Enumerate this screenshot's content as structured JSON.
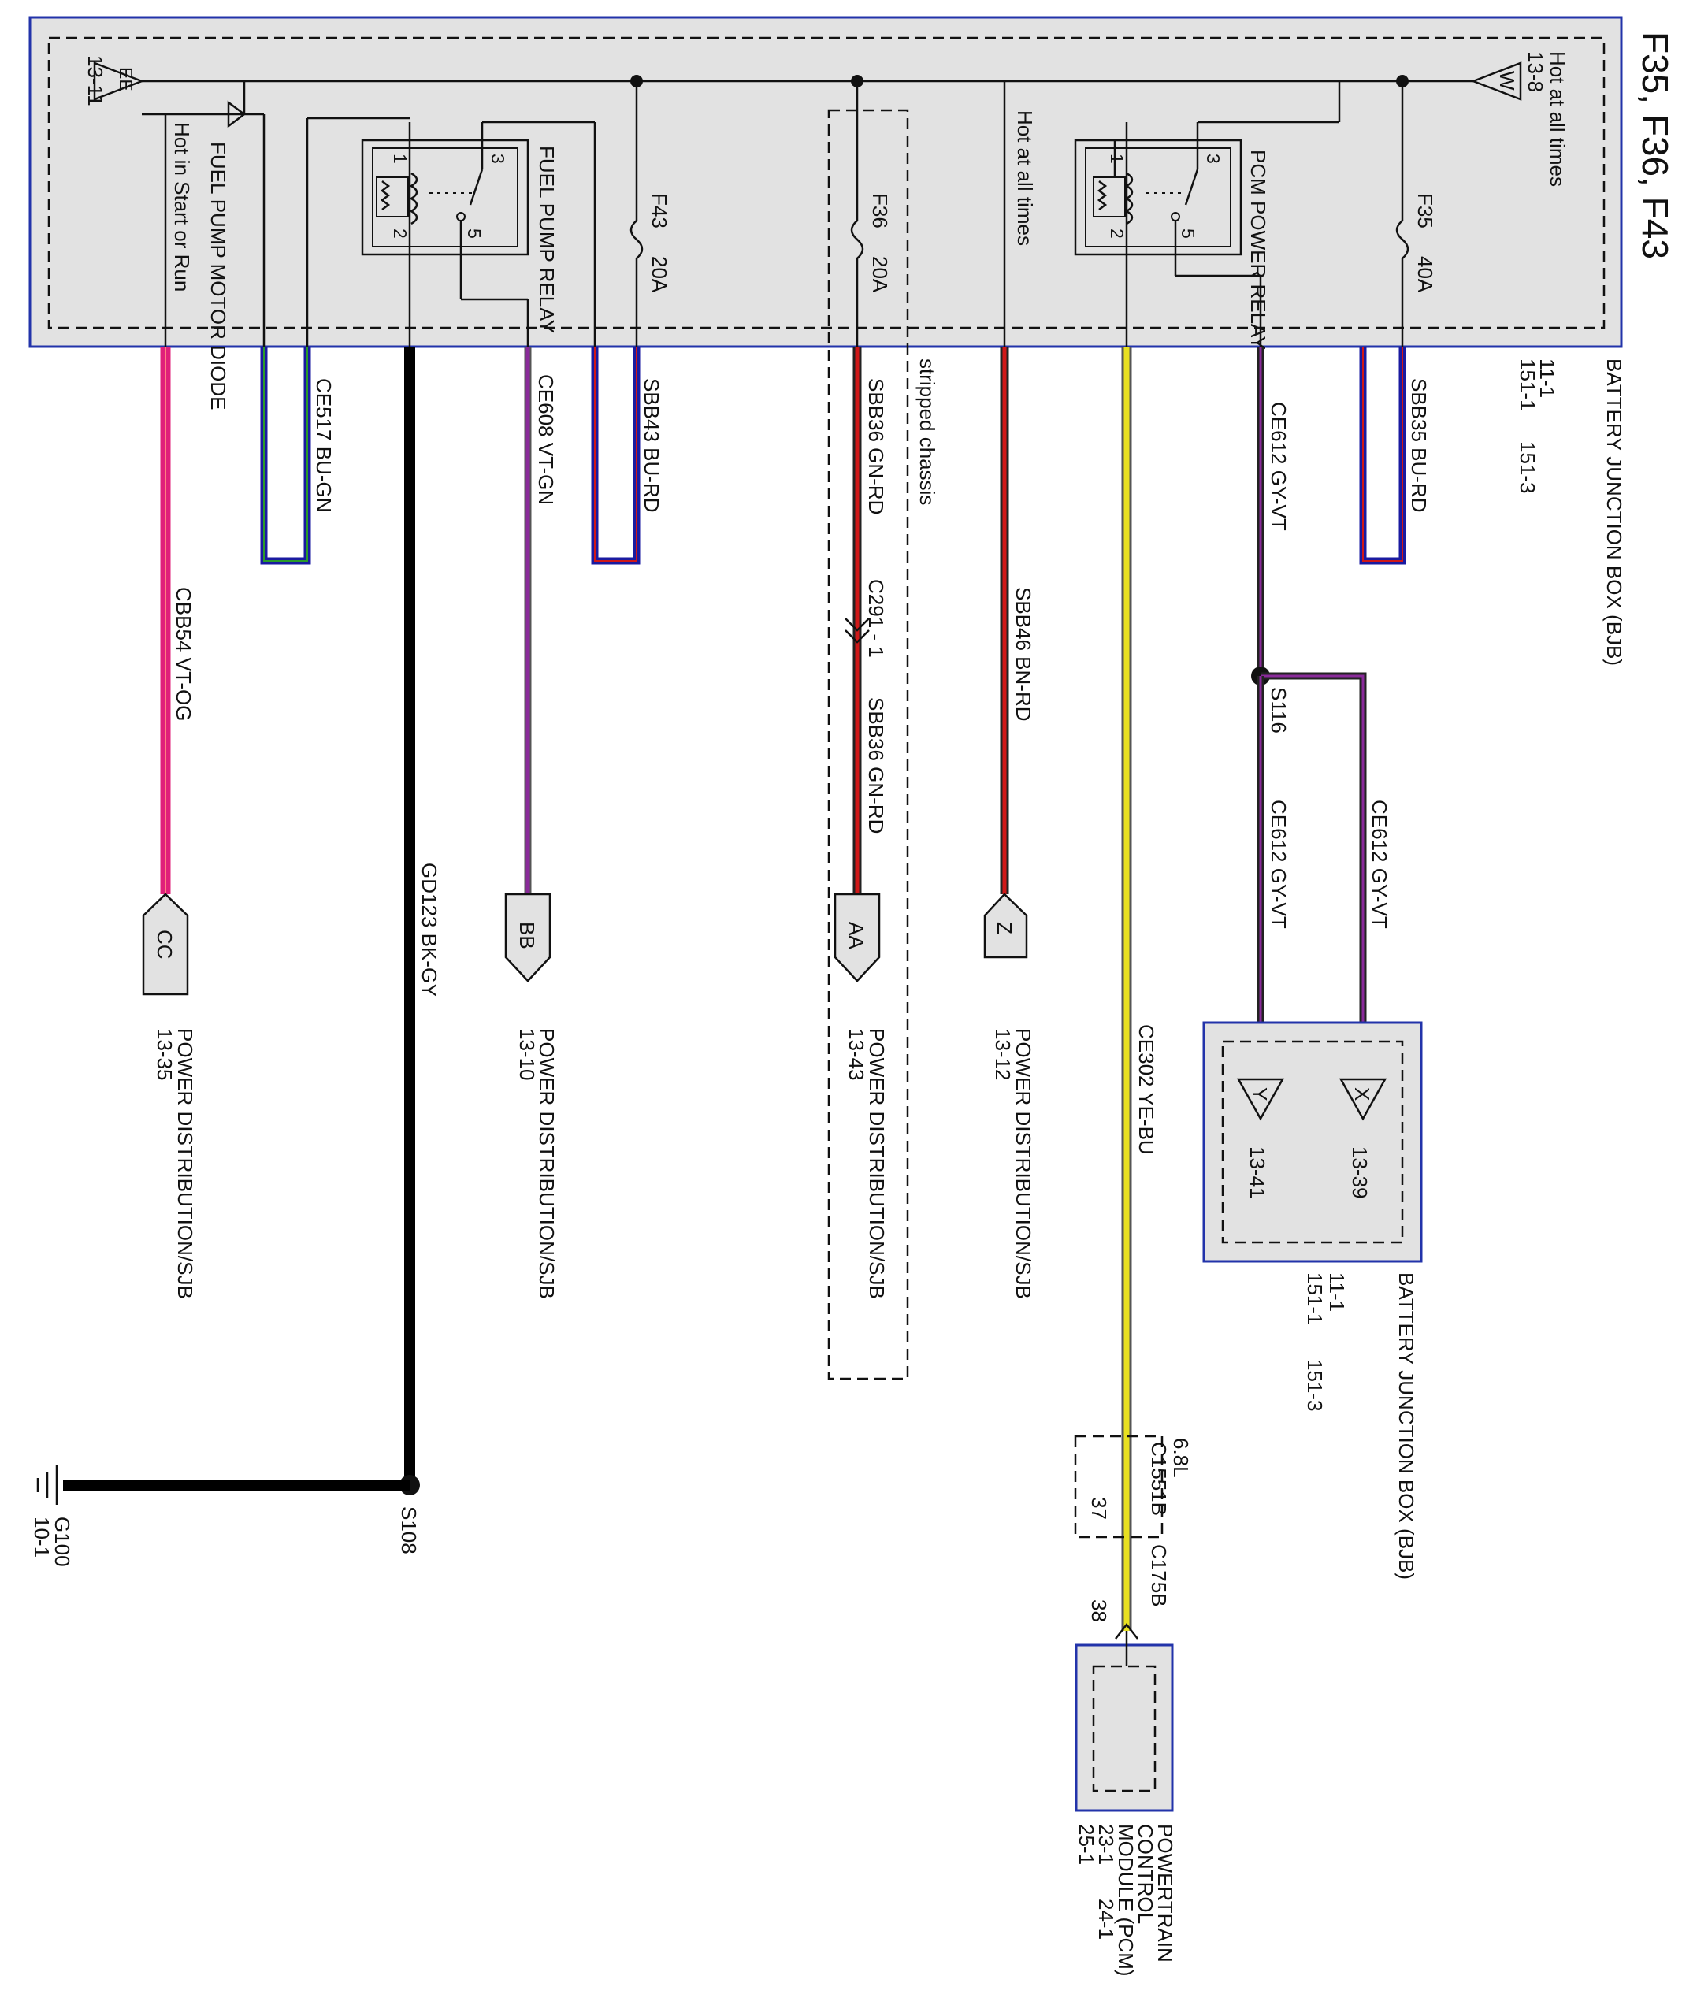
{
  "title": "F35, F36, F43",
  "bjb_top": {
    "label": "BATTERY JUNCTION BOX (BJB)",
    "pages_a": "11-1",
    "pages_b": "151-1",
    "pages_c": "151-3"
  },
  "bjb_lower": {
    "label": "BATTERY JUNCTION BOX (BJB)",
    "pages_a": "11-1",
    "pages_b": "151-1",
    "pages_c": "151-3"
  },
  "hot_at_all_times_top": "Hot at all times",
  "hot_at_all_times_mid": "Hot at all times",
  "hot_in_start_run": "Hot in Start or Run",
  "connector_w": {
    "letter": "W",
    "ref": "13-8"
  },
  "connector_ee": {
    "letter": "EE",
    "ref": "13-11"
  },
  "fuses": {
    "f35": {
      "name": "F35",
      "rating": "40A"
    },
    "f36": {
      "name": "F36",
      "rating": "20A"
    },
    "f43": {
      "name": "F43",
      "rating": "20A"
    }
  },
  "relays": {
    "pcm": "PCM POWER RELAY",
    "fuel_pump": "FUEL PUMP RELAY",
    "pins": [
      "1",
      "2",
      "3",
      "5"
    ]
  },
  "fuel_pump_diode": "FUEL PUMP MOTOR DIODE",
  "stripped_chassis": "stripped chassis",
  "wires": {
    "sbb35": "SBB35  BU-RD",
    "ce612_a": "CE612  GY-VT",
    "ce612_b": "CE612  GY-VT",
    "ce612_c": "CE612  GY-VT",
    "ce302": "CE302  YE-BU",
    "sbb46": "SBB46  BN-RD",
    "sbb36_a": "SBB36  GN-RD",
    "sbb36_b": "SBB36  GN-RD",
    "sbb43": "SBB43  BU-RD",
    "ce608": "CE608  VT-GN",
    "gd123": "GD123  BK-GY",
    "ce517": "CE517  BU-GN",
    "cbb54": "CBB54  VT-OG"
  },
  "splices": {
    "s116": "S116",
    "s108": "S108"
  },
  "inline_connector": "C291 - 1",
  "connectors_lower": {
    "x": {
      "letter": "X",
      "ref": "13-39"
    },
    "y": {
      "letter": "Y",
      "ref": "13-41"
    }
  },
  "tags": {
    "z": {
      "letter": "Z",
      "dest": "POWER DISTRIBUTION/SJB",
      "ref": "13-12"
    },
    "aa": {
      "letter": "AA",
      "dest": "POWER DISTRIBUTION/SJB",
      "ref": "13-43"
    },
    "bb": {
      "letter": "BB",
      "dest": "POWER DISTRIBUTION/SJB",
      "ref": "13-10"
    },
    "cc": {
      "letter": "CC",
      "dest": "POWER DISTRIBUTION/SJB",
      "ref": "13-35"
    }
  },
  "pcm_connectors": {
    "engine": "6.8L",
    "c1551b": "C1551B",
    "pin37": "37",
    "c175b": "C175B",
    "pin38": "38"
  },
  "pcm": {
    "label_a": "POWERTRAIN",
    "label_b": "CONTROL",
    "label_c": "MODULE (PCM)",
    "pages_a": "23-1",
    "pages_b": "24-1",
    "pages_c": "25-1"
  },
  "ground": {
    "name": "G100",
    "ref": "10-1"
  },
  "colors": {
    "box_fill": "#e2e2e2",
    "box_border": "#2233aa",
    "blue": "#1a1aa0",
    "red": "#d01818",
    "violet": "#8a2a9a",
    "yellow": "#e8e020",
    "pink": "#e0207a",
    "black": "#000000"
  }
}
